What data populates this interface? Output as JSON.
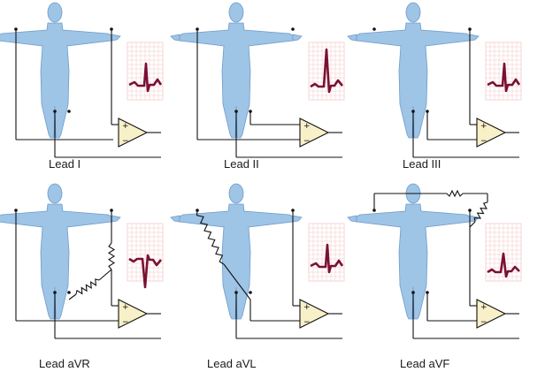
{
  "colors": {
    "body": "#9ec4e6",
    "body_outline": "#6f9ccb",
    "wire": "#111111",
    "amplifier": "#f7f0c8",
    "ecg_trace": "#7a1034",
    "ecg_grid": "#f2b8b8"
  },
  "amplifier_signs": {
    "plus": "+",
    "minus": "−"
  },
  "panels": [
    {
      "id": "lead-i",
      "label": "Lead I",
      "ecg": "upright"
    },
    {
      "id": "lead-ii",
      "label": "Lead II",
      "ecg": "upright-tall"
    },
    {
      "id": "lead-iii",
      "label": "Lead III",
      "ecg": "upright"
    },
    {
      "id": "lead-avr",
      "label": "Lead aVR",
      "ecg": "inverted"
    },
    {
      "id": "lead-avl",
      "label": "Lead aVL",
      "ecg": "upright"
    },
    {
      "id": "lead-avf",
      "label": "Lead aVF",
      "ecg": "upright-small"
    }
  ]
}
